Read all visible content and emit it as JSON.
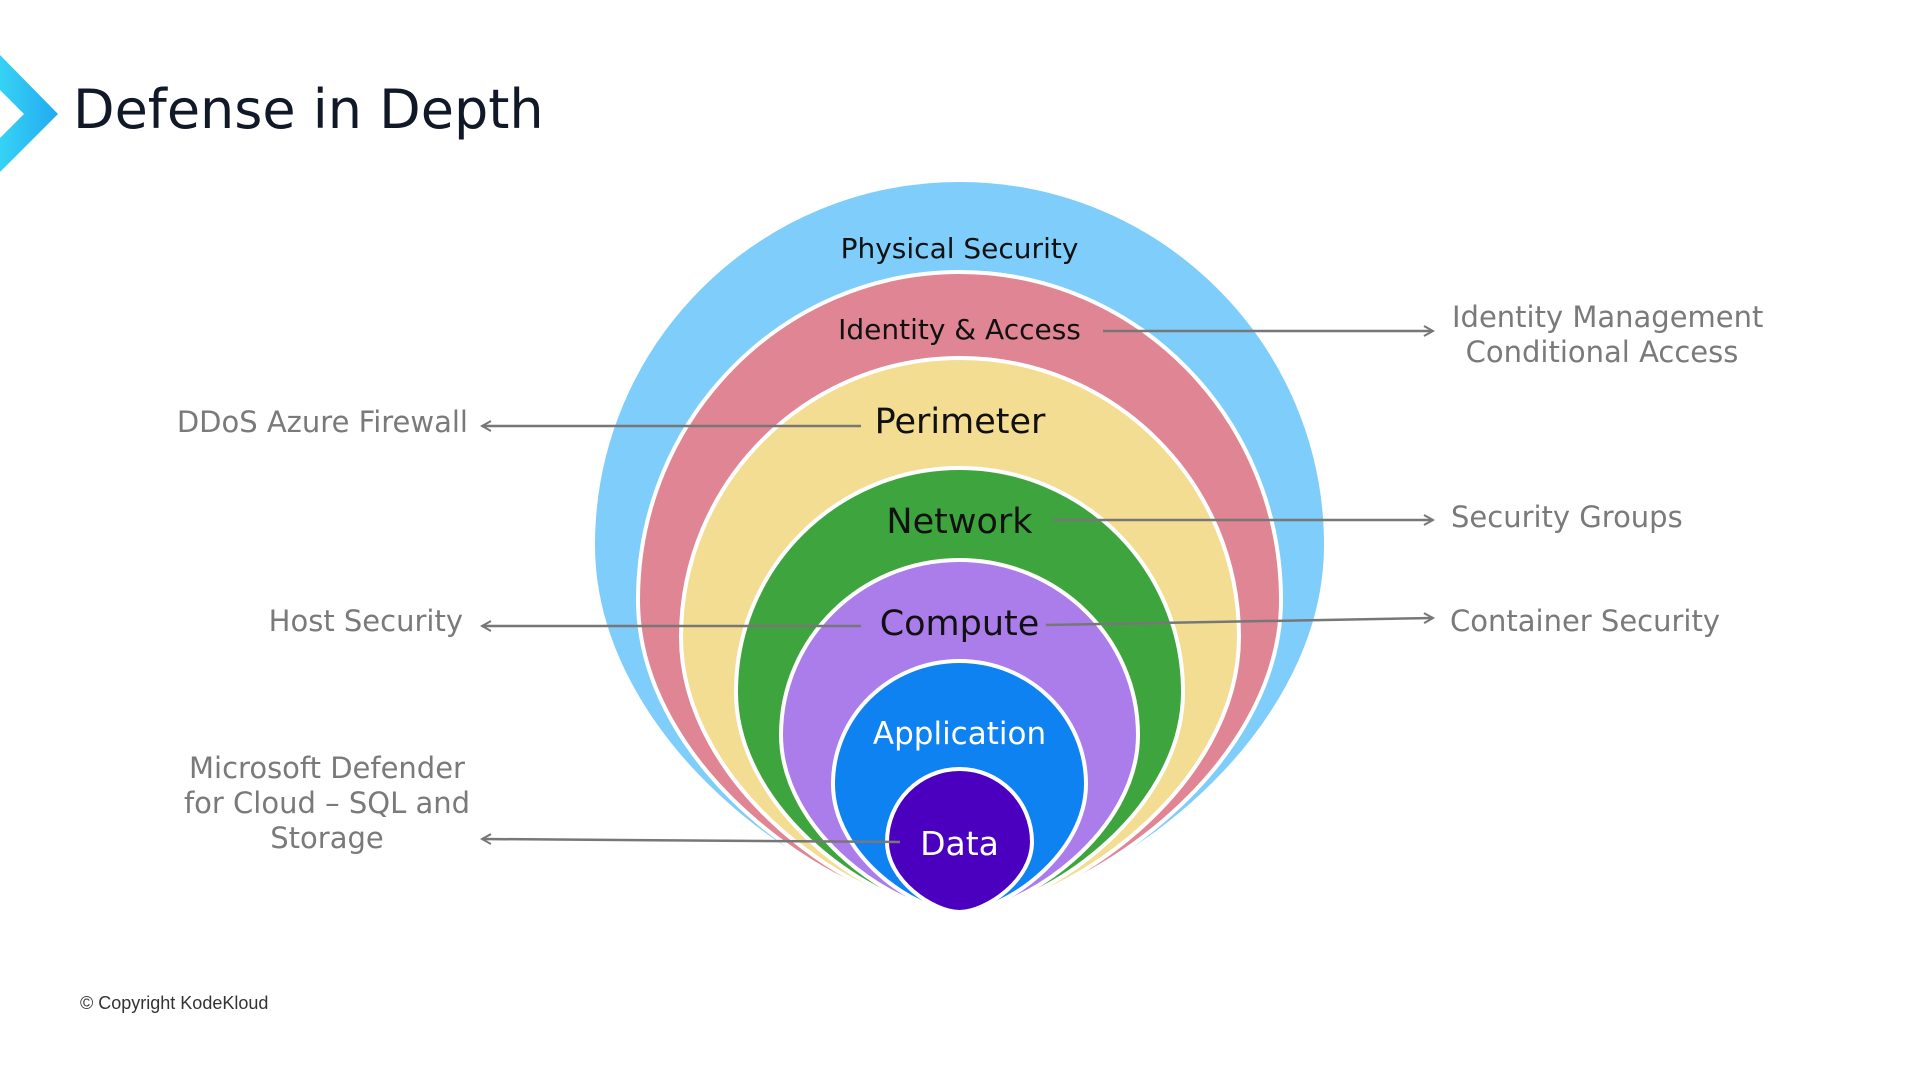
{
  "title": "Defense in Depth",
  "copyright": "© Copyright KodeKloud",
  "colors": {
    "physical": "#7fcdfa",
    "identity": "#e08594",
    "perimeter": "#f3dd93",
    "network": "#3ea43e",
    "compute": "#ab7deb",
    "application": "#0e82f1",
    "data": "#4a00be",
    "annotation": "#7a7a7a",
    "accent": "#2ec5f2"
  },
  "layers": [
    {
      "label": "Physical Security"
    },
    {
      "label": "Identity & Access"
    },
    {
      "label": "Perimeter"
    },
    {
      "label": "Network"
    },
    {
      "label": "Compute"
    },
    {
      "label": "Application"
    },
    {
      "label": "Data"
    }
  ],
  "annotations": {
    "identity": [
      "Identity Management",
      "Conditional Access"
    ],
    "perimeter": "DDoS Azure Firewall",
    "network": "Security Groups",
    "compute_left": "Host Security",
    "compute_right": "Container Security",
    "data": [
      "Microsoft Defender",
      "for Cloud – SQL and",
      "Storage"
    ]
  }
}
